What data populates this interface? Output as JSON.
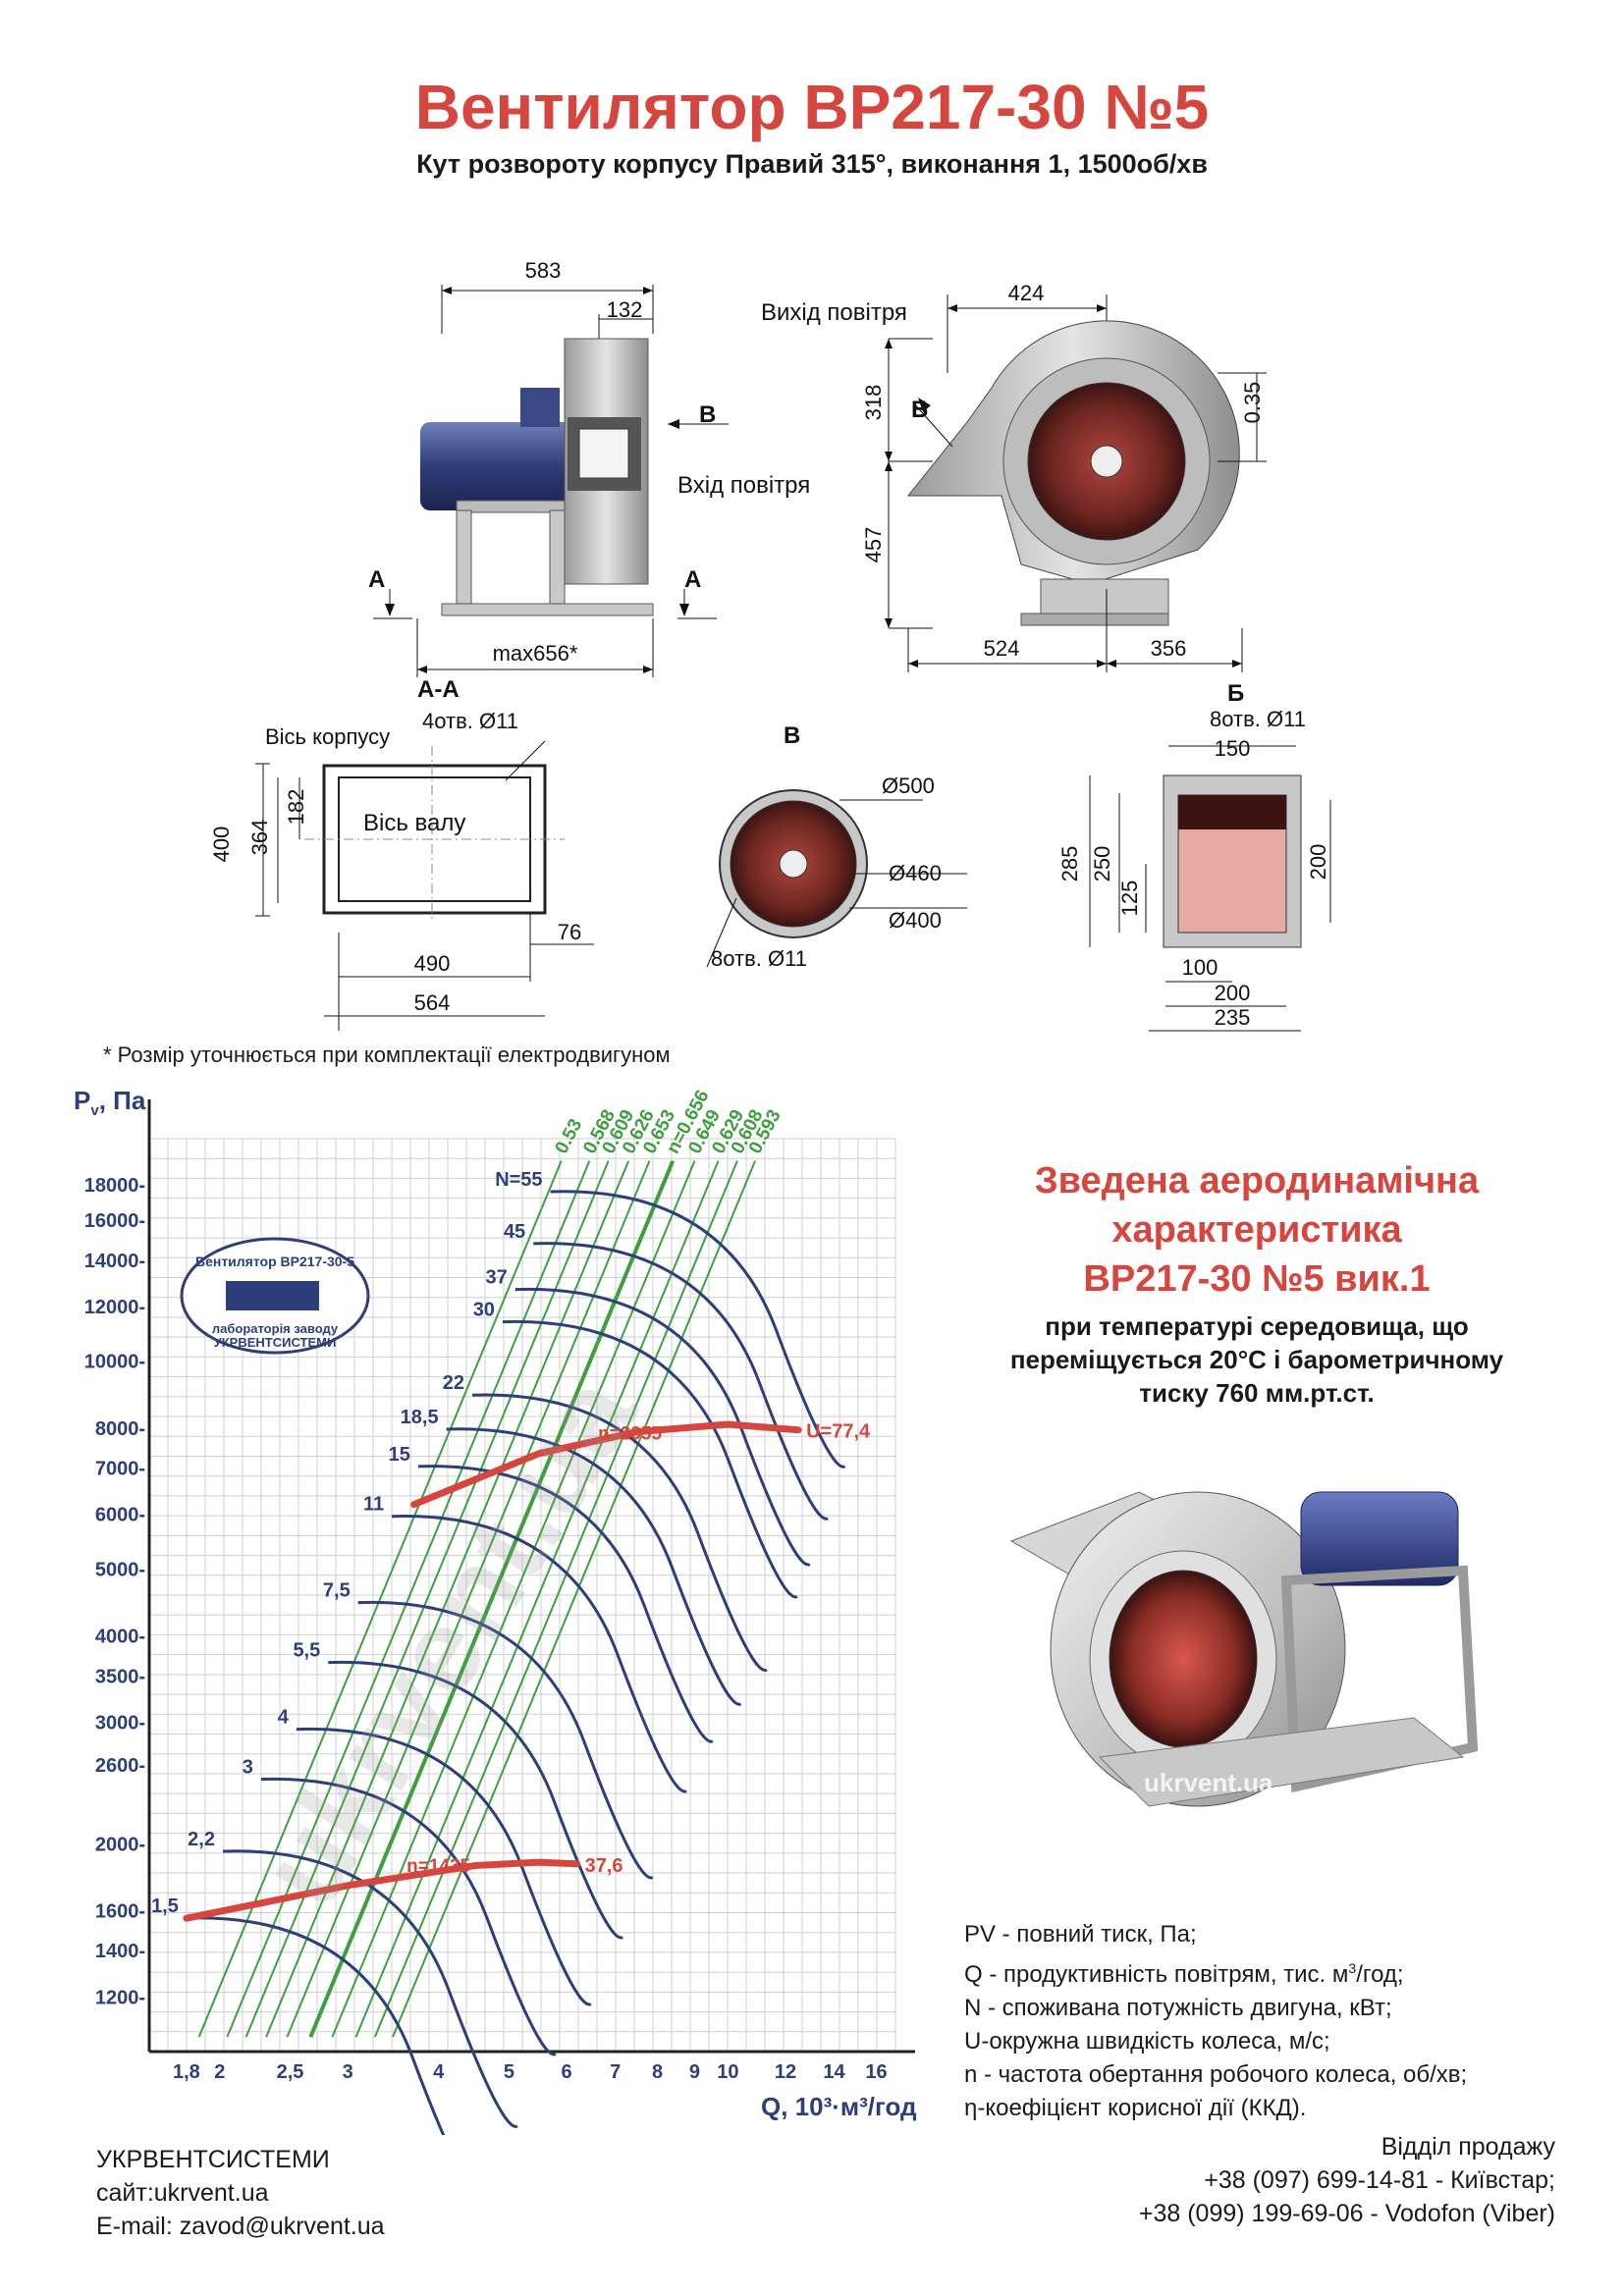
{
  "header": {
    "title": "Вентилятор  ВР217-30 №5",
    "subtitle": "Кут розвороту корпусу Правий 315°, виконання 1, 1500об/хв"
  },
  "drawing_side": {
    "dim_583": "583",
    "dim_132": "132",
    "label_b": "В",
    "inlet": "Вхід повітря",
    "label_a": "А",
    "dim_max": "max656*"
  },
  "drawing_front": {
    "outlet": "Вихід повітря",
    "dim_424": "424",
    "dim_318": "318",
    "label_b": "Б",
    "dim_035": "0.35",
    "dim_457": "457",
    "dim_524": "524",
    "dim_356": "356"
  },
  "section_aa": {
    "title": "А-А",
    "axis_body": "Вісь корпусу",
    "holes": "4отв.  Ø11",
    "axis_shaft": "Вісь валу",
    "dim_400": "400",
    "dim_364": "364",
    "dim_182": "182",
    "dim_76": "76",
    "dim_490": "490",
    "dim_564": "564"
  },
  "section_v": {
    "title": "В",
    "d500": "Ø500",
    "d460": "Ø460",
    "d400": "Ø400",
    "holes": "8отв. Ø11"
  },
  "section_b": {
    "title": "Б",
    "holes": "8отв. Ø11",
    "dim_150": "150",
    "dim_285": "285",
    "dim_250": "250",
    "dim_125": "125",
    "dim_200v": "200",
    "dim_100": "100",
    "dim_200h": "200",
    "dim_235": "235"
  },
  "note": "* Розмір уточнюється при комплектації електродвигуном",
  "watermark": "ukrvent.ua",
  "stamp": {
    "top": "Вентилятор ВР217-30-5",
    "bottom1": "лабораторія заводу",
    "bottom2": "УКРВЕНТСИСТЕМИ"
  },
  "colors": {
    "title_red": "#d6453e",
    "n_curves": "#2d3f7a",
    "eta_lines": "#3f9e3f",
    "speed_curves": "#d6453e",
    "grid": "#cfcfcf"
  },
  "chart_data": {
    "type": "line",
    "xlabel": "Q, 10³·м³/год",
    "ylabel": "P",
    "ylabel_sub": "v",
    "ylabel_unit": ", Па",
    "x_scale": "log",
    "y_scale": "log",
    "xlim": [
      1.6,
      17
    ],
    "ylim": [
      1000,
      21000
    ],
    "x_ticks": [
      1.8,
      2,
      2.5,
      3,
      4,
      5,
      6,
      7,
      8,
      9,
      10,
      12,
      14,
      16
    ],
    "x_tick_labels": [
      "1,8",
      "2",
      "2,5",
      "3",
      "4",
      "5",
      "6",
      "7",
      "8",
      "9",
      "10",
      "12",
      "14",
      "16"
    ],
    "y_ticks": [
      1200,
      1400,
      1600,
      2000,
      2600,
      3000,
      3500,
      4000,
      5000,
      6000,
      7000,
      8000,
      10000,
      12000,
      14000,
      16000,
      18000
    ],
    "y_tick_labels": [
      "1200-",
      "1400-",
      "1600-",
      "2000-",
      "2600-",
      "3000-",
      "3500-",
      "4000-",
      "5000-",
      "6000-",
      "7000-",
      "8000-",
      "10000-",
      "12000-",
      "14000-",
      "16000-",
      "18000-"
    ],
    "grid": true,
    "power_curves": [
      {
        "label": "1,5",
        "q_start": 1.8,
        "p_start": 1560
      },
      {
        "label": "2,2",
        "q_start": 2.02,
        "p_start": 1950
      },
      {
        "label": "3",
        "q_start": 2.28,
        "p_start": 2480
      },
      {
        "label": "4",
        "q_start": 2.55,
        "p_start": 2930
      },
      {
        "label": "5,5",
        "q_start": 2.82,
        "p_start": 3660
      },
      {
        "label": "7,5",
        "q_start": 3.1,
        "p_start": 4470
      },
      {
        "label": "11",
        "q_start": 3.45,
        "p_start": 5960
      },
      {
        "label": "15",
        "q_start": 3.75,
        "p_start": 7040
      },
      {
        "label": "18,5",
        "q_start": 4.1,
        "p_start": 7970
      },
      {
        "label": "22",
        "q_start": 4.45,
        "p_start": 8930
      },
      {
        "label": "30",
        "q_start": 4.9,
        "p_start": 11400
      },
      {
        "label": "37",
        "q_start": 5.1,
        "p_start": 12700
      },
      {
        "label": "45",
        "q_start": 5.4,
        "p_start": 14800
      },
      {
        "label": "N=55",
        "q_start": 5.7,
        "p_start": 17600
      }
    ],
    "efficiency_lines": [
      {
        "label": "0.53",
        "q_top": 5.9
      },
      {
        "label": "0.568",
        "q_top": 6.45
      },
      {
        "label": "0.609",
        "q_top": 6.85
      },
      {
        "label": "0.626",
        "q_top": 7.3
      },
      {
        "label": "0.653",
        "q_top": 7.8
      },
      {
        "label": "n=0.656",
        "q_top": 8.4
      },
      {
        "label": "0.649",
        "q_top": 9.0
      },
      {
        "label": "0.629",
        "q_top": 9.7
      },
      {
        "label": "0.608",
        "q_top": 10.3
      },
      {
        "label": "0.593",
        "q_top": 10.9
      }
    ],
    "speed_curves": [
      {
        "label": "n=1435",
        "end_label": "37,6",
        "points": [
          [
            1.8,
            1560
          ],
          [
            3,
            1740
          ],
          [
            4.5,
            1860
          ],
          [
            5.5,
            1880
          ],
          [
            6.2,
            1870
          ]
        ]
      },
      {
        "label": "n=2955",
        "end_label": "U=77,4",
        "points": [
          [
            3.7,
            6200
          ],
          [
            5.5,
            7350
          ],
          [
            7.5,
            7900
          ],
          [
            10,
            8100
          ],
          [
            12.5,
            7950
          ]
        ]
      }
    ]
  },
  "aero": {
    "line1": "Зведена аеродинамічна",
    "line2": "характеристика",
    "line3": "ВР217-30 №5 вик.1",
    "sub1": "при температурі середовища, що",
    "sub2": "переміщується 20°С і барометричному",
    "sub3": "тиску 760 мм.рт.ст."
  },
  "legend": {
    "pv": "PV - повний тиск, Па;",
    "q_pre": "Q - продуктивність повітрям, тис. м",
    "q_sup": "3",
    "q_post": "/год;",
    "n": "N - споживана потужність двигуна, кВт;",
    "u": "U-окружна швидкість колеса, м/с;",
    "nn": "n - частота обертання робочого колеса, об/хв;",
    "eta": "η-коефіцієнт корисної дії (ККД)."
  },
  "footer": {
    "company": "УКРВЕНТСИСТЕМИ",
    "site": "сайт:ukrvent.ua",
    "email": "E-mail: zavod@ukrvent.ua",
    "sales": "Відділ продажу",
    "phone1": "+38 (097) 699-14-81 - Київстар;",
    "phone2": "+38 (099) 199-69-06 - Vodofon (Viber)"
  }
}
